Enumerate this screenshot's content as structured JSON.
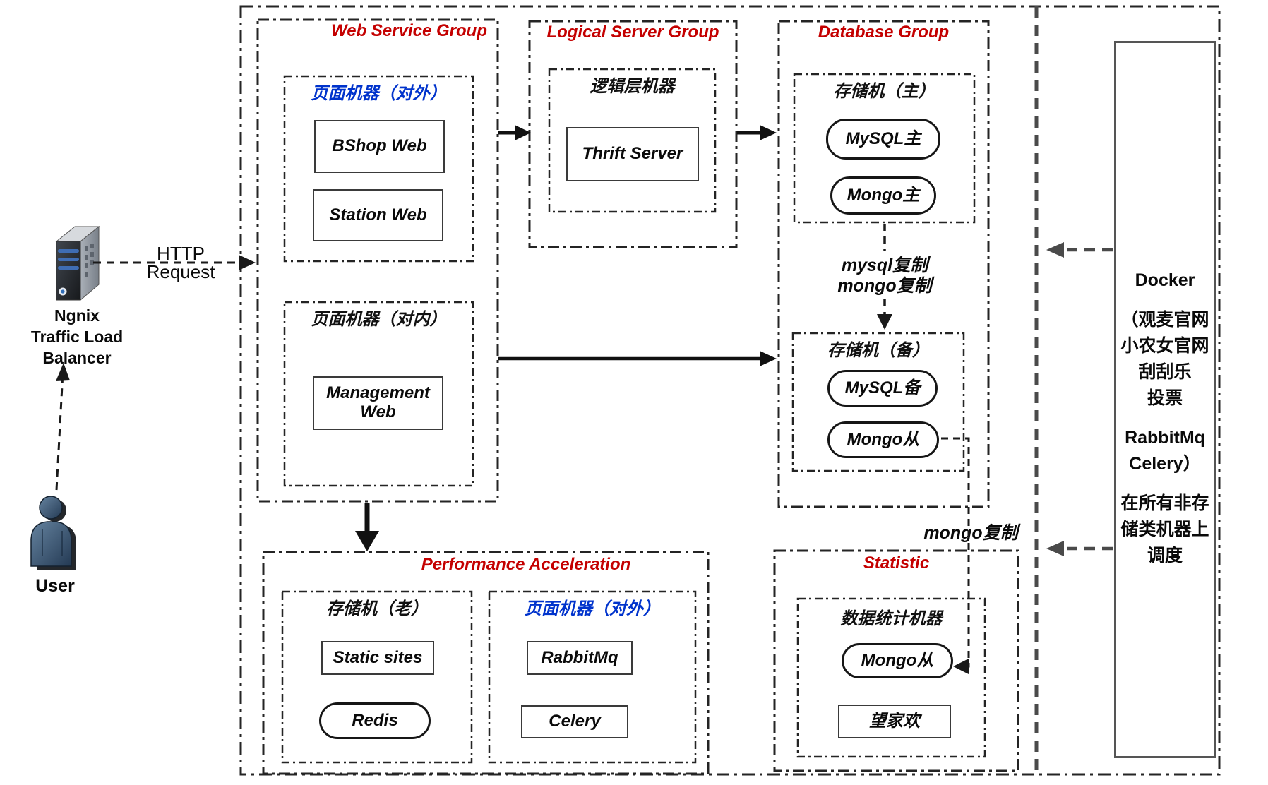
{
  "colors": {
    "group_title_red": "#c40000",
    "external_title_blue": "#0033cc",
    "line_black": "#1a1a1a",
    "docker_arrow_gray": "#4a4a4a"
  },
  "actors": {
    "nginx": {
      "lines": [
        "Ngnix",
        "Traffic Load",
        "Balancer"
      ],
      "icon": "server-icon"
    },
    "user": {
      "label": "User",
      "icon": "person-icon"
    },
    "http": {
      "lines": [
        "HTTP",
        "Request"
      ]
    }
  },
  "web_service_group": {
    "title": "Web Service Group",
    "external": {
      "title": "页面机器（对外）",
      "nodes": [
        "BShop Web",
        "Station Web"
      ]
    },
    "internal": {
      "title": "页面机器（对内）",
      "nodes": [
        "Management Web"
      ]
    }
  },
  "logical_server_group": {
    "title": "Logical Server Group",
    "machine": {
      "title": "逻辑层机器",
      "nodes": [
        "Thrift Server"
      ]
    }
  },
  "database_group": {
    "title": "Database Group",
    "primary": {
      "title": "存储机（主）",
      "nodes": [
        "MySQL主",
        "Mongo主"
      ]
    },
    "replication_label": {
      "lines": [
        "mysql复制",
        "mongo复制"
      ]
    },
    "standby": {
      "title": "存储机（备）",
      "nodes": [
        "MySQL备",
        "Mongo从"
      ]
    }
  },
  "performance_acceleration": {
    "title": "Performance Acceleration",
    "old_storage": {
      "title": "存储机（老）",
      "nodes": [
        "Static sites",
        "Redis"
      ]
    },
    "external": {
      "title": "页面机器（对外）",
      "nodes": [
        "RabbitMq",
        "Celery"
      ]
    }
  },
  "statistic": {
    "title": "Statistic",
    "machine": {
      "title": "数据统计机器",
      "nodes": [
        "Mongo从",
        "望家欢"
      ]
    },
    "mongo_replication_label": "mongo复制"
  },
  "docker": {
    "lines": [
      "Docker",
      "（观麦官网",
      "小农女官网",
      "刮刮乐",
      "投票",
      "RabbitMq",
      "Celery）",
      "在所有非存",
      "储类机器上",
      "调度"
    ]
  }
}
